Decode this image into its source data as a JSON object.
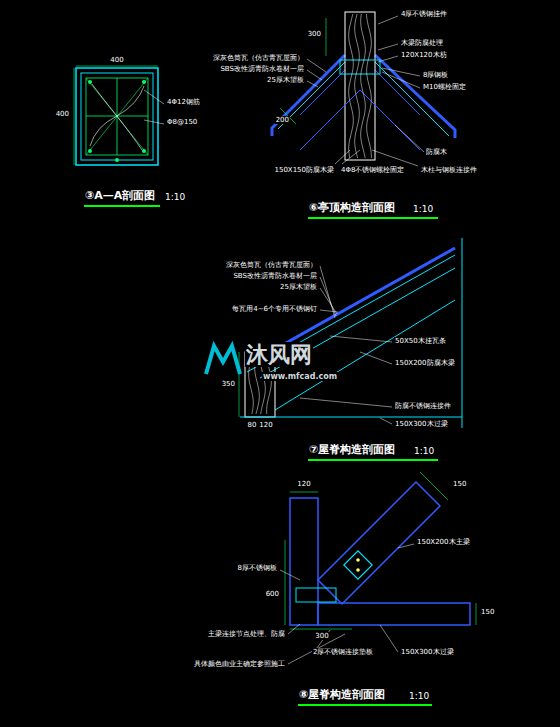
{
  "diagram": {
    "labels": [
      "400",
      "400",
      "4Φ12钢筋",
      "Φ8@150",
      "③A—A剖面图",
      "1:10",
      "4厚不锈钢挂件",
      "深灰色筒瓦（仿古青瓦屋面）",
      "SBS改性沥青防水卷材一层",
      "25厚木望板",
      "木梁防腐处理",
      "120X120木枋",
      "300",
      "8厚钢板",
      "M10螺栓固定",
      "200",
      "防腐木",
      "150X150防腐木梁",
      "4Φ8不锈钢螺栓固定",
      "木柱与钢板连接件",
      "⑥亭顶构造剖面图",
      "1:10",
      "深灰色筒瓦（仿古青瓦屋面）",
      "SBS改性沥青防水卷材一层",
      "25厚木望板",
      "每瓦用4~6个专用不锈钢钉",
      "50X50木挂瓦条",
      "150X200防腐木梁",
      "350",
      "80",
      "120",
      "防腐不锈钢连接件",
      "150X300木过梁",
      "⑦屋脊构造剖面图",
      "1:10",
      "120",
      "150",
      "150X200木主梁",
      "8厚不锈钢板",
      "600",
      "主梁连接节点处理、防腐",
      "300",
      "2厚不锈钢连接垫板",
      "具体颜色由业主确定参照施工",
      "150X300木过梁",
      "150",
      "⑧屋脊构造剖面图",
      "1:10",
      "沐风网",
      "www.mfcad.com"
    ]
  }
}
